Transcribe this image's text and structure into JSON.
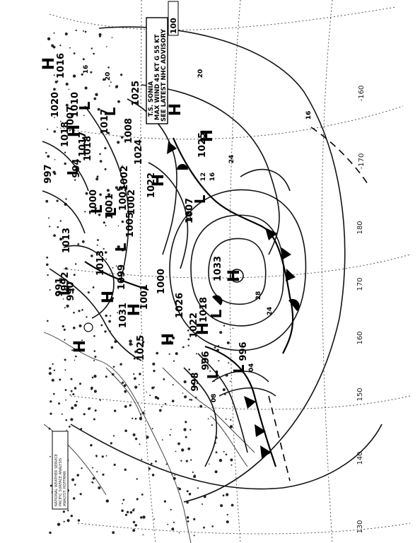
{
  "advisory": {
    "line1": "T.S. SONIA",
    "line2": "MAX WIND 45 KT G 55 KT",
    "line3": "SEE LATEST NHC ADVISORY",
    "pressure": "100"
  },
  "longitudes": [
    "-160",
    "-170",
    "180",
    "170",
    "160",
    "150",
    "140",
    "130"
  ],
  "highs": [
    "H",
    "H",
    "H",
    "H",
    "H",
    "H",
    "H",
    "H",
    "H",
    "H",
    "H"
  ],
  "lows": [
    "L",
    "L",
    "L",
    "L",
    "L",
    "L",
    "L",
    "L",
    "L",
    "L",
    "L"
  ],
  "pressures": [
    "1033",
    "1007",
    "1025",
    "1022",
    "1024",
    "1008",
    "1025",
    "1022",
    "1018",
    "1026",
    "1013",
    "1031",
    "1025",
    "1005",
    "1002",
    "1001",
    "1000",
    "1002",
    "1003",
    "996",
    "996",
    "998",
    "1013",
    "1017",
    "1018",
    "1007",
    "1020",
    "1010",
    "1016",
    "1017",
    "1018",
    "994",
    "997",
    "990",
    "1099",
    "1000",
    "1001",
    "991",
    "992"
  ],
  "contour_labels": [
    "28",
    "24",
    "20",
    "16",
    "12",
    "08",
    "04",
    "20",
    "16",
    "24",
    "12",
    "16"
  ],
  "info_box": [
    "NATIONAL WEATHER SERVICE",
    "PACIFIC SURFACE ANALYSIS",
    "ANALYST: HOFFMAN"
  ]
}
